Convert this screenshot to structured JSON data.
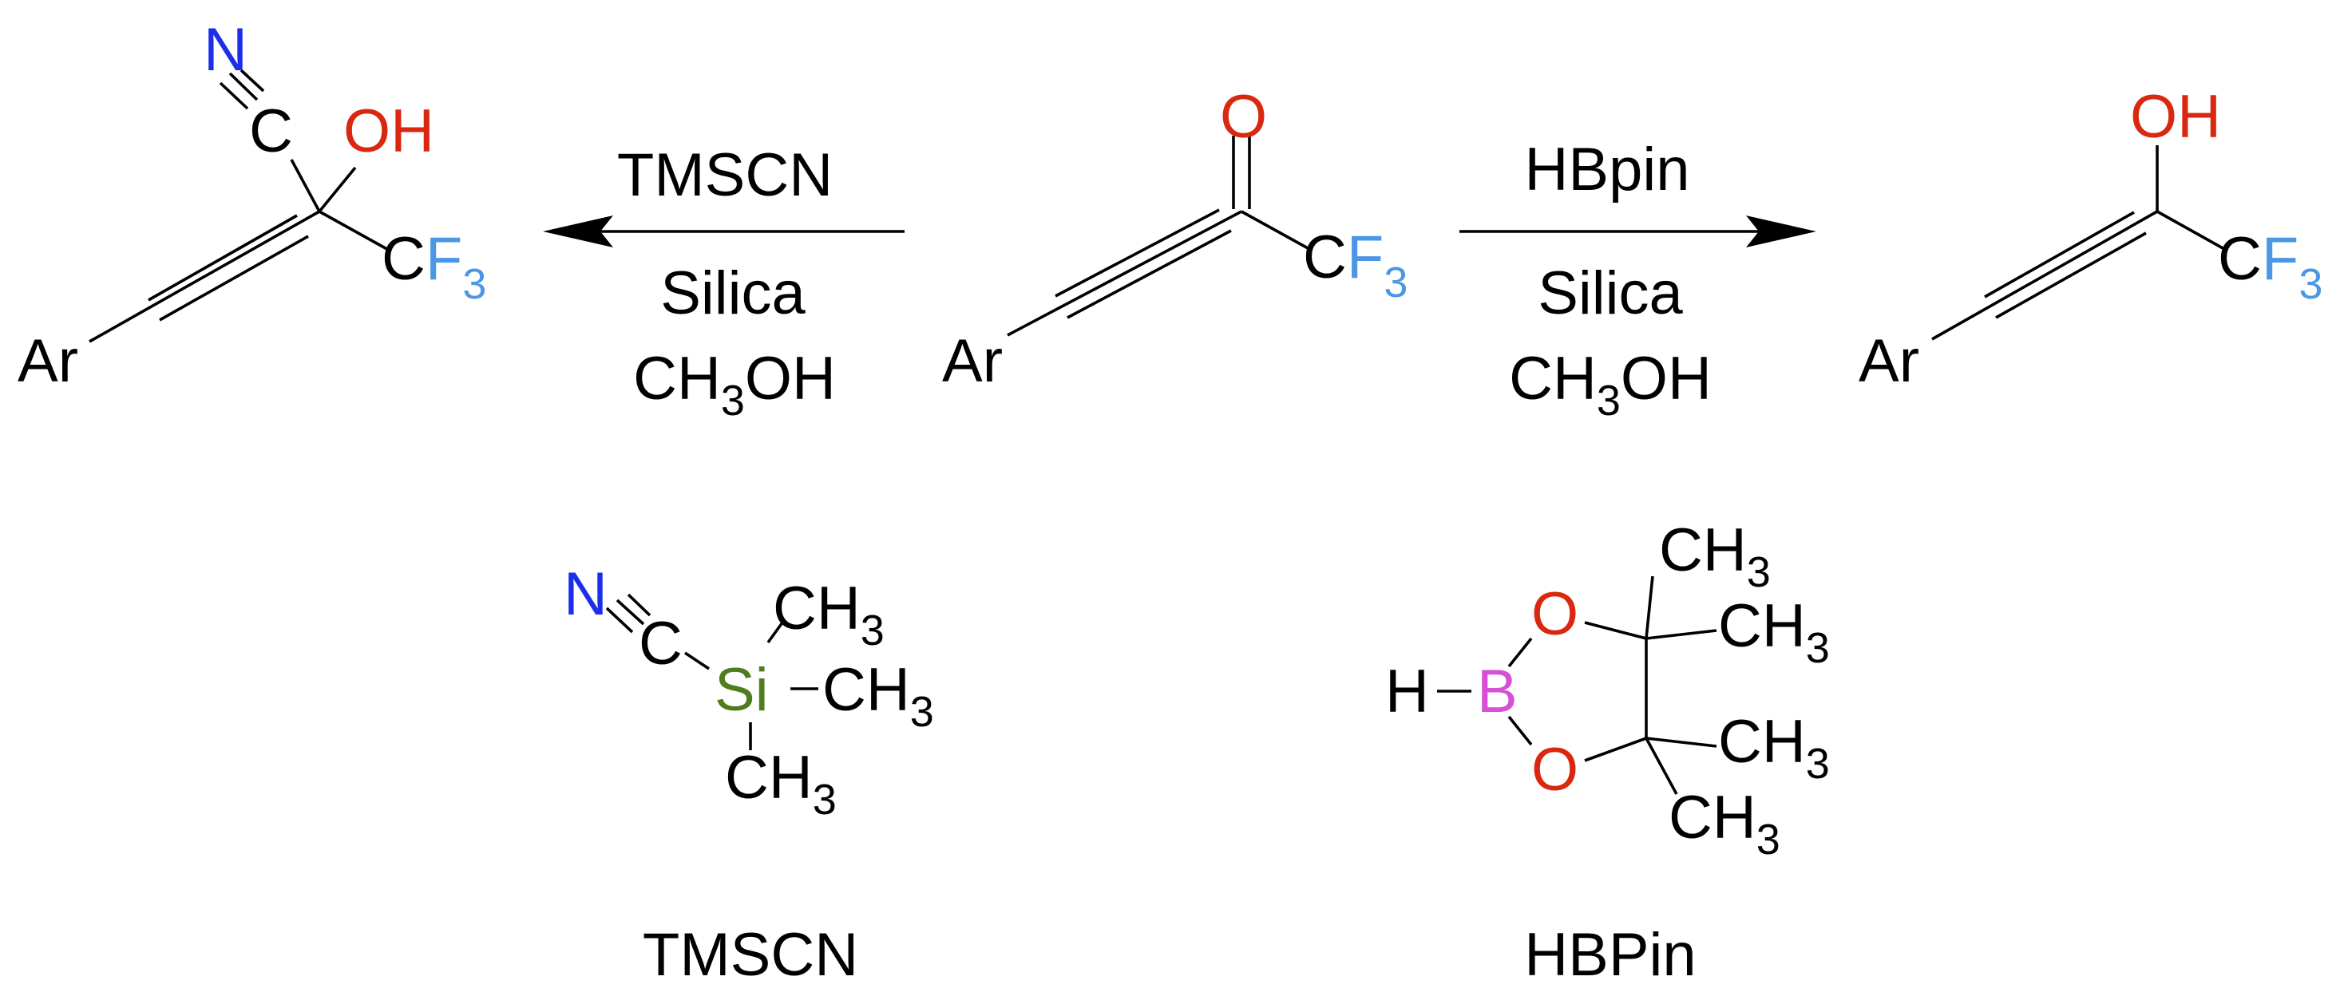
{
  "colors": {
    "carbon": "#000000",
    "oxygen": "#d9280f",
    "fluorine": "#4b97e6",
    "nitrogen": "#1b2ee8",
    "silicon": "#4f7d1e",
    "boron": "#d64fd6"
  },
  "reaction_left": {
    "reagent": "TMSCN",
    "conditions_1": "Silica",
    "conditions_2_a": "CH",
    "conditions_2_sub": "3",
    "conditions_2_b": "OH"
  },
  "reaction_right": {
    "reagent": "HBpin",
    "conditions_1": "Silica",
    "conditions_2_a": "CH",
    "conditions_2_sub": "3",
    "conditions_2_b": "OH"
  },
  "atoms": {
    "ar": "Ar",
    "o": "O",
    "oh": "OH",
    "n": "N",
    "c": "C",
    "f": "F",
    "three": "3",
    "ch": "CH",
    "si": "Si",
    "b": "B",
    "h": "H"
  },
  "captions": {
    "tmscn": "TMSCN",
    "hbpin": "HBPin"
  }
}
